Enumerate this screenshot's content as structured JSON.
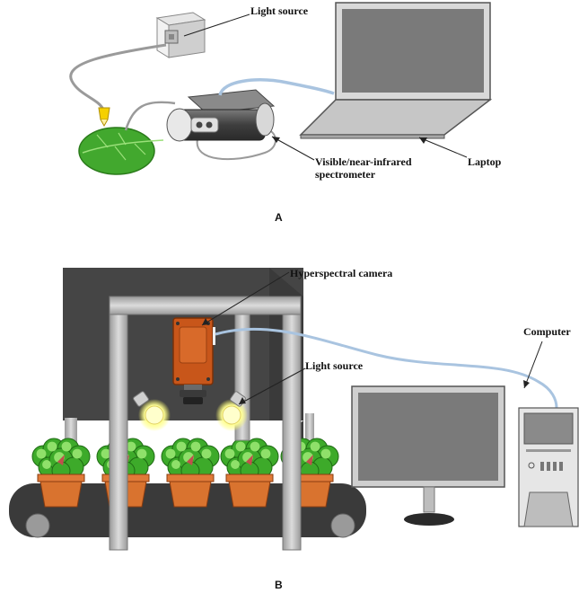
{
  "panel_a": {
    "letter": "A",
    "labels": {
      "light_source": "Light source",
      "spectrometer_line1": "Visible/near-infrared",
      "spectrometer_line2": "spectrometer",
      "laptop": "Laptop"
    }
  },
  "panel_b": {
    "letter": "B",
    "labels": {
      "hyperspectral_camera": "Hyperspectral camera",
      "light_source": "Light source",
      "computer": "Computer"
    }
  },
  "colors": {
    "frame": "#bfbfbf",
    "enclosure": "#4a4a4a",
    "cable": "#a9c4e0",
    "leaf": "#3daa2a",
    "camera": "#c8561a",
    "pot": "#d9732f",
    "belt": "#3a3a3a"
  }
}
